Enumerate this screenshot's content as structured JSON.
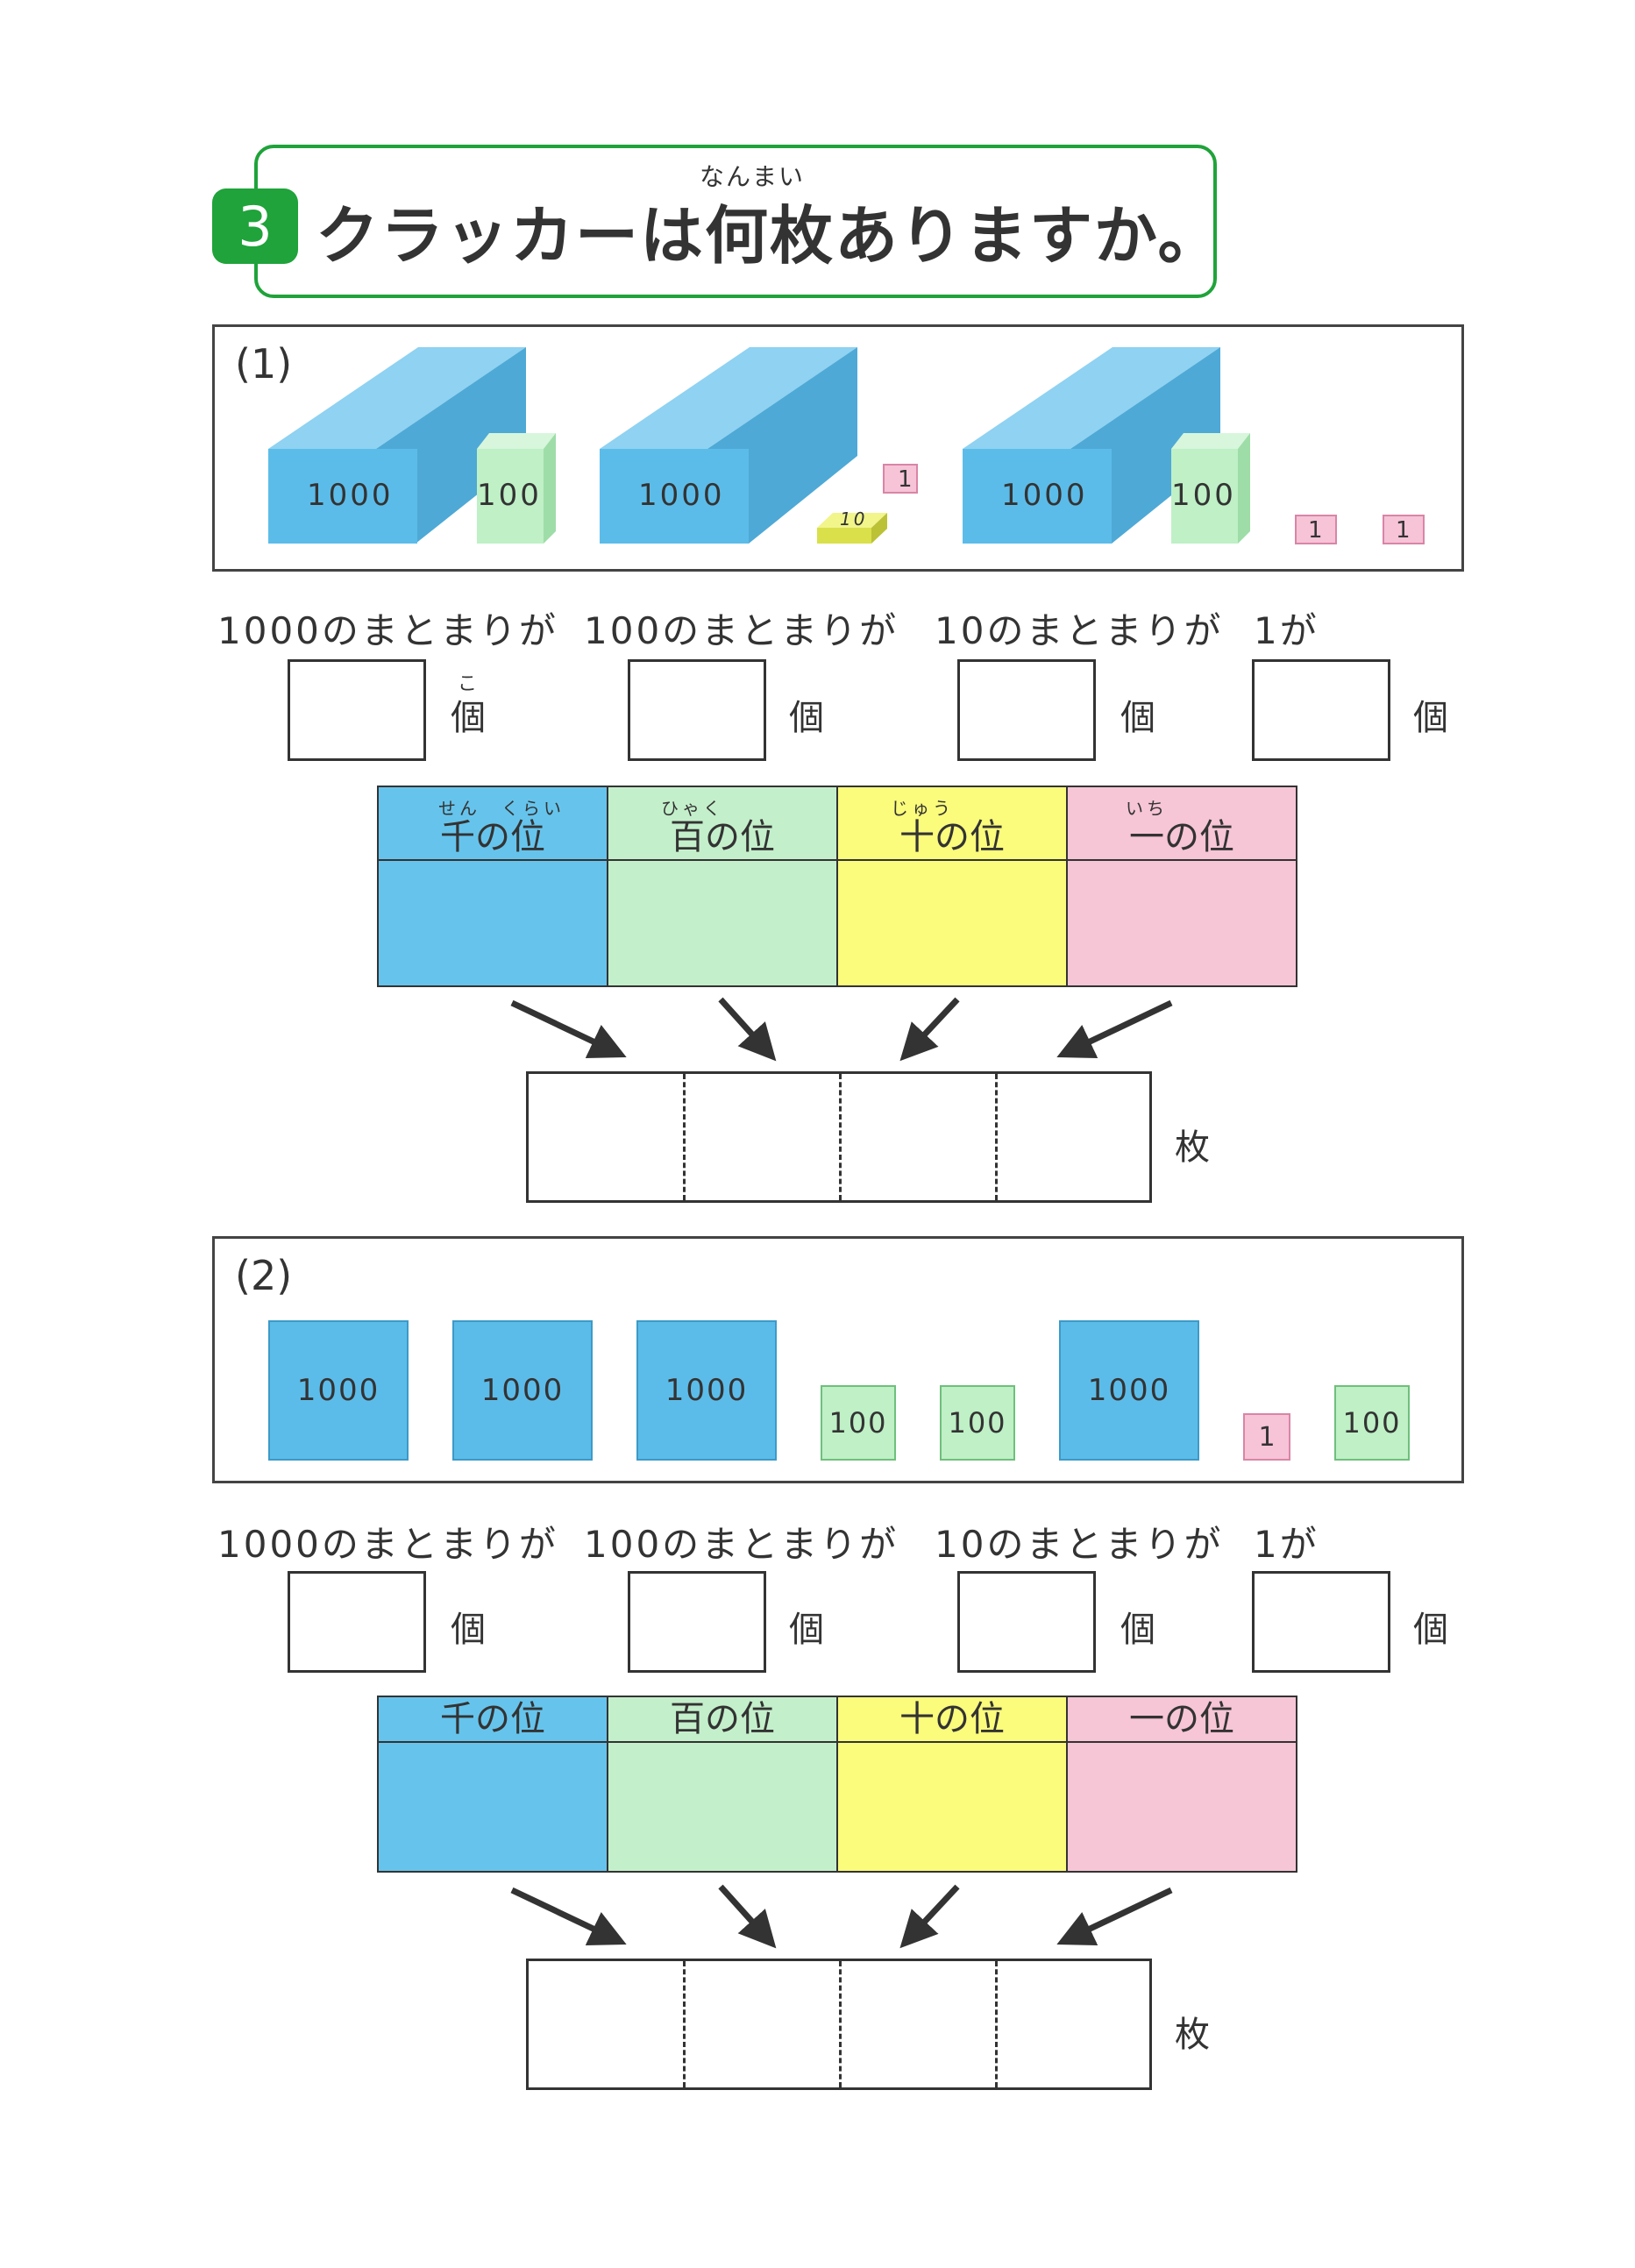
{
  "header": {
    "number": "3",
    "title": "クラッカーは何枚ありますか。",
    "ruby": "なんまい"
  },
  "problems": [
    {
      "label": "(1)",
      "picture": {
        "cubes": [
          "1000",
          "1000",
          "1000"
        ],
        "hundreds": [
          "100",
          "100"
        ],
        "tens": [
          "10"
        ],
        "ones": [
          "1",
          "1",
          "1"
        ]
      }
    },
    {
      "label": "(2)",
      "picture": {
        "flats": [
          "1000",
          "1000",
          "1000",
          "1000"
        ],
        "hundreds": [
          "100",
          "100",
          "100"
        ],
        "ones": [
          "1"
        ]
      }
    }
  ],
  "count_labels": [
    "1000のまとまりが",
    "100のまとまりが",
    "10のまとまりが",
    "1が"
  ],
  "count_unit": "個",
  "count_unit_ruby": "こ",
  "places": [
    {
      "label": "千の位",
      "ruby": "せん　くらい",
      "head": "#66c4ec",
      "body": "#66c4ec"
    },
    {
      "label": "百の位",
      "ruby": "ひゃく",
      "head": "#c4efcb",
      "body": "#c4efcb"
    },
    {
      "label": "十の位",
      "ruby": "じゅう",
      "head": "#fbfb7c",
      "body": "#fbfb7c"
    },
    {
      "label": "一の位",
      "ruby": "いち",
      "head": "#f6c5d6",
      "body": "#f6c5d6"
    }
  ],
  "answer_unit": "枚"
}
